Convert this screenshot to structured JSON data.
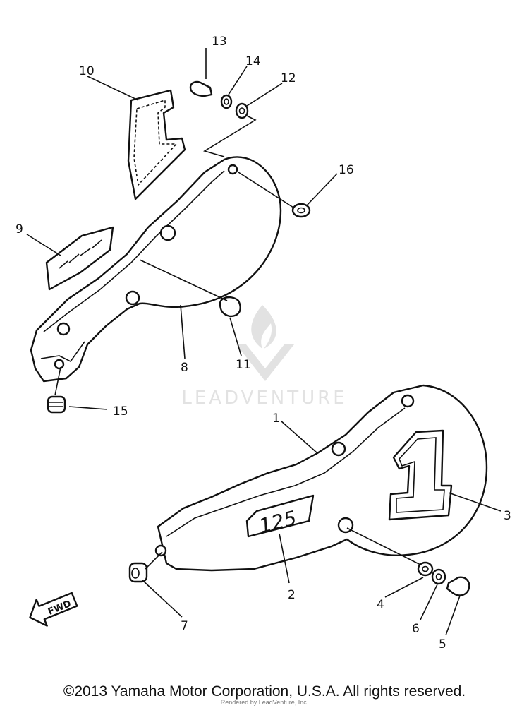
{
  "watermark": {
    "brand": "LEADVENTURE"
  },
  "direction_marker": "FWD",
  "cover_emblem": "125",
  "callouts": [
    "1",
    "2",
    "3",
    "4",
    "5",
    "6",
    "7",
    "8",
    "9",
    "10",
    "11",
    "12",
    "13",
    "14",
    "15",
    "16"
  ],
  "footer": {
    "copyright": "©2013 Yamaha Motor Corporation, U.S.A. All rights reserved.",
    "rendered_by": "Rendered by LeadVenture, Inc."
  }
}
